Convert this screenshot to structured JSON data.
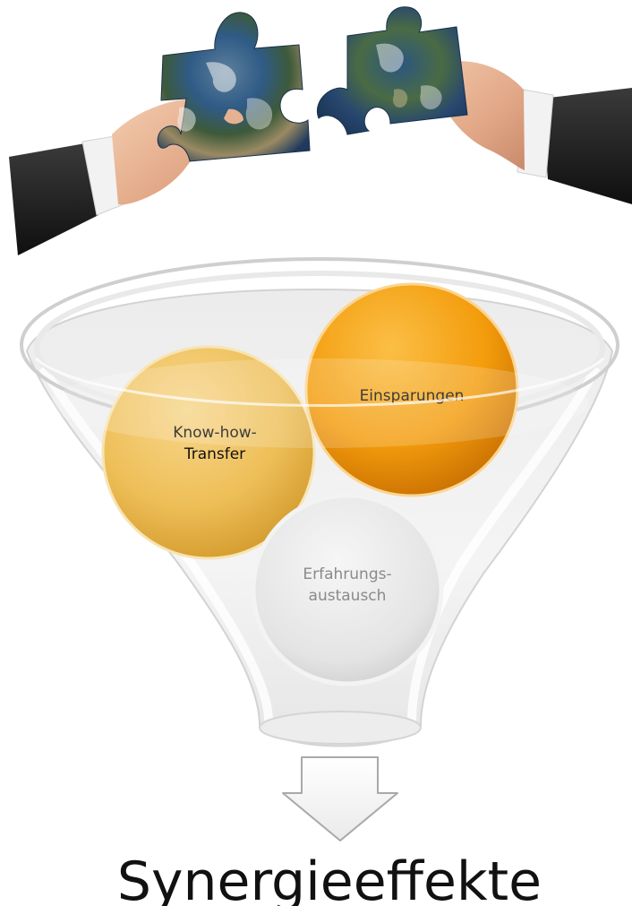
{
  "diagram": {
    "circles": {
      "know_how": {
        "line1": "Know-how-",
        "line2": "Transfer"
      },
      "savings": {
        "label": "Einsparungen"
      },
      "experience": {
        "line1": "Erfahrungs-",
        "line2": "austausch"
      }
    },
    "result": "Synergieeffekte"
  },
  "colors": {
    "know_how_fill": "#eebf58",
    "savings_fill": "#f39c0c",
    "experience_fill": "#e4e4e4",
    "experience_text": "#8a8a8a",
    "text_dark": "#111111"
  },
  "icons": [
    "puzzle-piece-icon",
    "down-arrow-icon"
  ]
}
